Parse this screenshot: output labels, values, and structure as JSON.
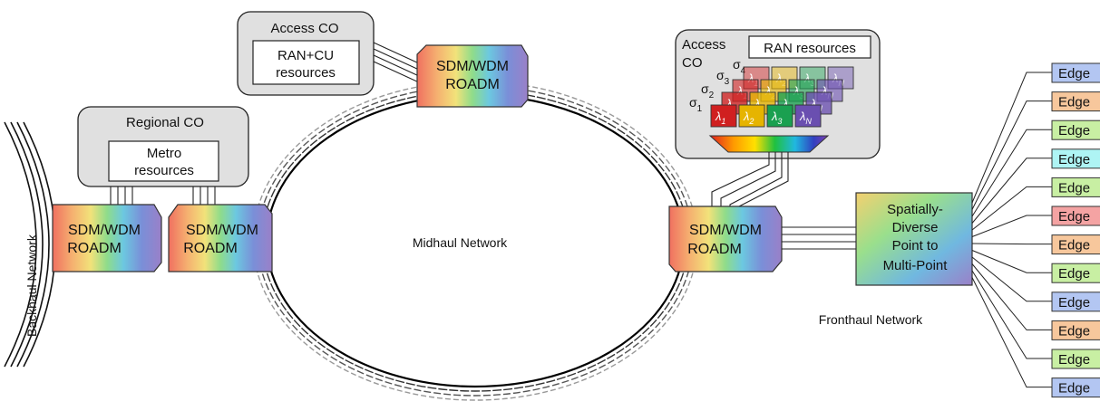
{
  "labels": {
    "access_co_top": "Access CO",
    "ran_cu_line1": "RAN+CU",
    "ran_cu_line2": "resources",
    "regional_co": "Regional CO",
    "metro_line1": "Metro",
    "metro_line2": "resources",
    "access_co_right_line1": "Access",
    "access_co_right_line2": "CO",
    "ran_resources": "RAN resources",
    "midhaul": "Midhaul Network",
    "backhaul": "Backhaul Network",
    "fronthaul": "Fronthaul Network",
    "spatial_line1": "Spatially-",
    "spatial_line2": "Diverse",
    "spatial_line3": "Point to",
    "spatial_line4": "Multi-Point"
  },
  "roadm": {
    "line1": "SDM/WDM",
    "line2": "ROADM"
  },
  "sigmas": {
    "s1": "σ1",
    "s2": "σ2",
    "s3": "σ3",
    "s4": "σ4",
    "sym": "σ",
    "sub1": "1",
    "sub2": "2",
    "sub3": "3",
    "sub4": "4"
  },
  "lambdas": {
    "sym": "λ",
    "subs": [
      "1",
      "2",
      "3",
      "N"
    ]
  },
  "edges": {
    "label": "Edge",
    "colors": [
      "#b3c6f2",
      "#f7c79c",
      "#c8efa3",
      "#aef4f4",
      "#c8efa3",
      "#f4a3a3",
      "#f7c79c",
      "#c8efa3",
      "#b3c6f2",
      "#f7c79c",
      "#c8efa3",
      "#b3c6f2"
    ]
  },
  "colors": {
    "lambda1": "#d02020",
    "lambda2": "#e6b400",
    "lambda3": "#1aa050",
    "lambdaN": "#6a4fb0",
    "co_fill": "#e0e0e0"
  }
}
